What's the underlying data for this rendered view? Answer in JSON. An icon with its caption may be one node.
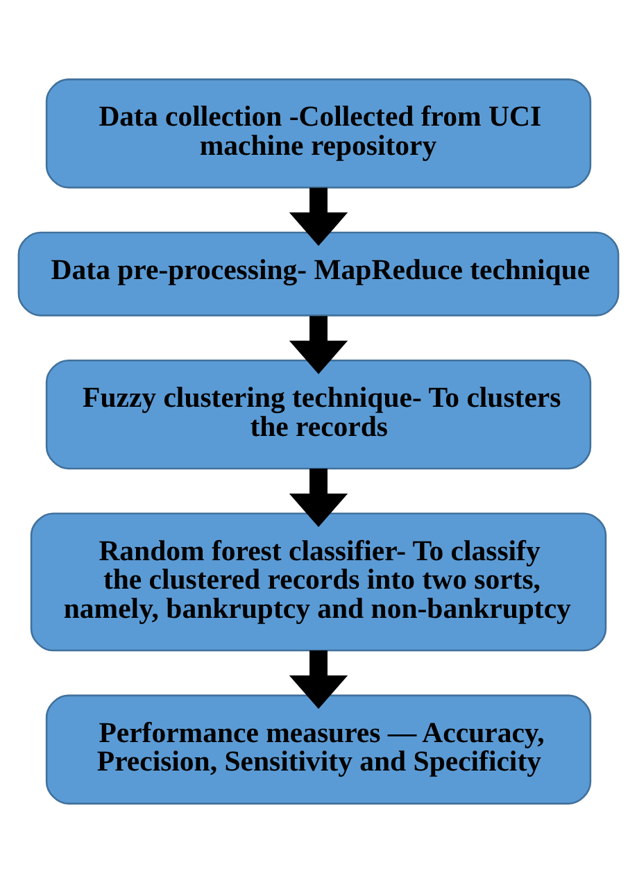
{
  "diagram": {
    "nodes": [
      {
        "text": [
          "Data collection -Collected from UCI machine repository"
        ]
      },
      {
        "text": [
          "Data pre-processing- MapReduce technique"
        ]
      },
      {
        "text": [
          "Fuzzy clustering technique- To clusters the records"
        ]
      },
      {
        "text": [
          "Random forest classifier- To classify the clustered records into two sorts, namely, bankruptcy and non-bankruptcy"
        ]
      },
      {
        "text": [
          "Performance measures — Accuracy, Precision, Sensitivity and Specificity"
        ]
      }
    ],
    "edges": [
      {
        "from": 0,
        "to": 1,
        "arrow": "to"
      },
      {
        "from": 1,
        "to": 2,
        "arrow": "to"
      },
      {
        "from": 2,
        "to": 3,
        "arrow": "to"
      },
      {
        "from": 3,
        "to": 4,
        "arrow": "to"
      }
    ]
  }
}
